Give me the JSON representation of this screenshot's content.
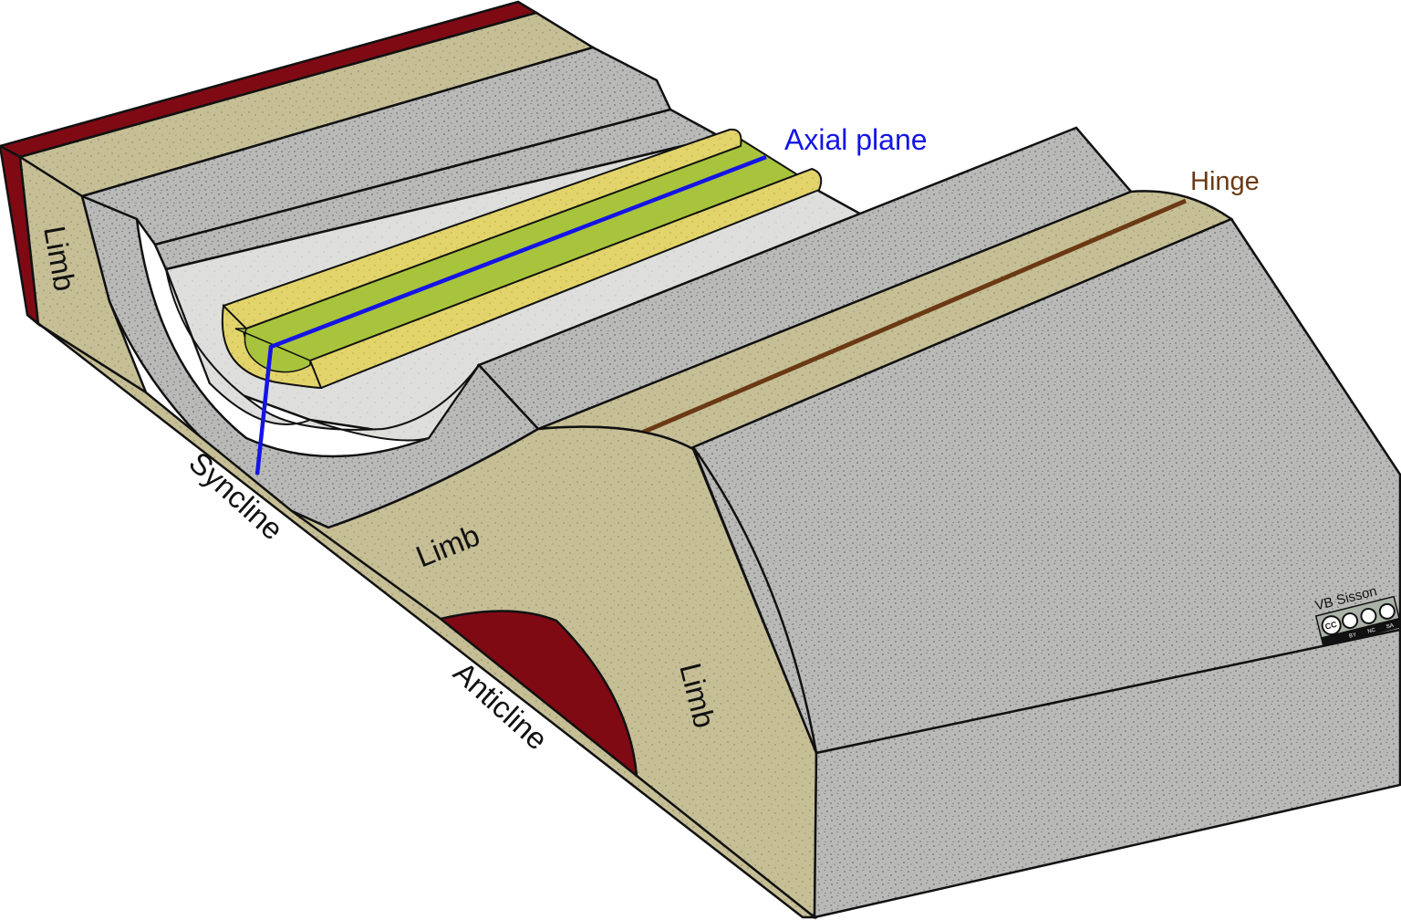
{
  "labels": {
    "axial_plane": "Axial plane",
    "hinge": "Hinge",
    "syncline": "Syncline",
    "anticline": "Anticline",
    "limb_left": "Limb",
    "limb_middle": "Limb",
    "limb_right": "Limb"
  },
  "credit": {
    "author": "VB Sisson",
    "license_badge": [
      "CC",
      "BY",
      "NC",
      "SA"
    ]
  },
  "colors": {
    "axial_plane": "#1414e6",
    "hinge": "#6b3a14",
    "stipple_layer": "#b7b8b6",
    "tan_layer": "#c4bd93",
    "light_layer": "#dcdcda",
    "yellow_layer": "#e2d46a",
    "green_layer": "#a8c43c",
    "red_core": "#7f0a14"
  }
}
